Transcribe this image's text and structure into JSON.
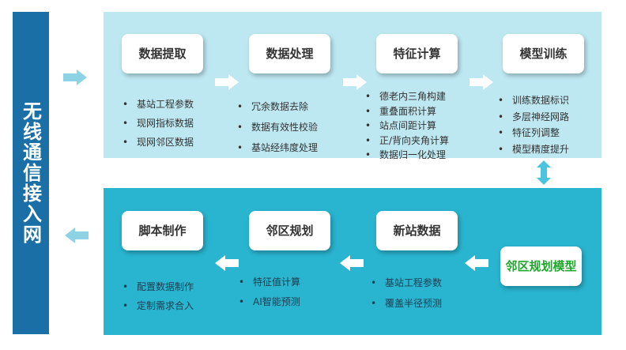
{
  "side_title": "无线通信接入网",
  "top_row": {
    "boxes": [
      "数据提取",
      "数据处理",
      "特征计算",
      "模型训练"
    ],
    "lists": [
      [
        "基站工程参数",
        "现网指标数据",
        "现网邻区数据"
      ],
      [
        "冗余数据去除",
        "数据有效性校验",
        "基站经纬度处理"
      ],
      [
        "德老内三角构建",
        "重叠面积计算",
        "站点间距计算",
        "正/背向夹角计算",
        "数据归一化处理"
      ],
      [
        "训练数据标识",
        "多层神经网路",
        "特征列调整",
        "模型精度提升"
      ]
    ]
  },
  "bottom_row": {
    "boxes": [
      "脚本制作",
      "邻区规划",
      "新站数据",
      "邻区规划模型"
    ],
    "lists": [
      [
        "配置数据制作",
        "定制需求合入"
      ],
      [
        "特征值计算",
        "AI智能预测"
      ],
      [
        "基站工程参数",
        "覆盖半径预测"
      ]
    ]
  },
  "colors": {
    "side_bar": "#1a6fa6",
    "top_panel": "#bde8f2",
    "bottom_panel": "#29b4cf",
    "arrow": "#8dd3e5",
    "model_text": "#1fa62c"
  },
  "icons": [
    "arrow-right-icon",
    "arrow-left-icon",
    "double-arrow-vertical-icon"
  ]
}
